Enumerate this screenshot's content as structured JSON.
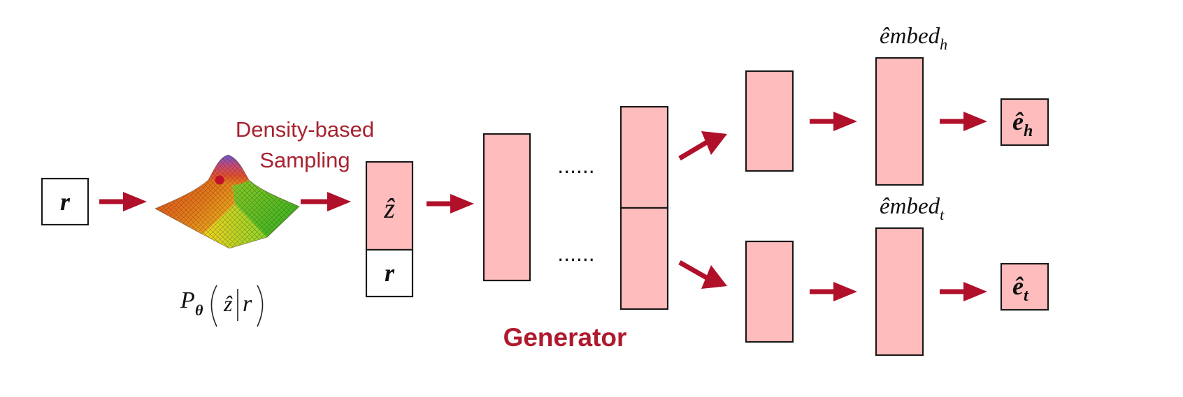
{
  "input_box": {
    "label": "r"
  },
  "sampling": {
    "title_line1": "Density-based",
    "title_line2": "Sampling",
    "formula_P": "P",
    "formula_theta": "θ",
    "formula_z": "ẑ",
    "formula_r": "r"
  },
  "latent": {
    "z_label": "ẑ",
    "r_label": "r"
  },
  "generator": {
    "label": "Generator",
    "dots_top": "......",
    "dots_bottom": "......"
  },
  "head_branch": {
    "embed_base": "êmbed",
    "embed_sub": "h",
    "output_base": "ê",
    "output_sub": "h"
  },
  "tail_branch": {
    "embed_base": "êmbed",
    "embed_sub": "t",
    "output_base": "ê",
    "output_sub": "t"
  },
  "colors": {
    "arrow": "#b0102a",
    "box_pink": "#ffbcbc",
    "label_red": "#a8232f"
  }
}
